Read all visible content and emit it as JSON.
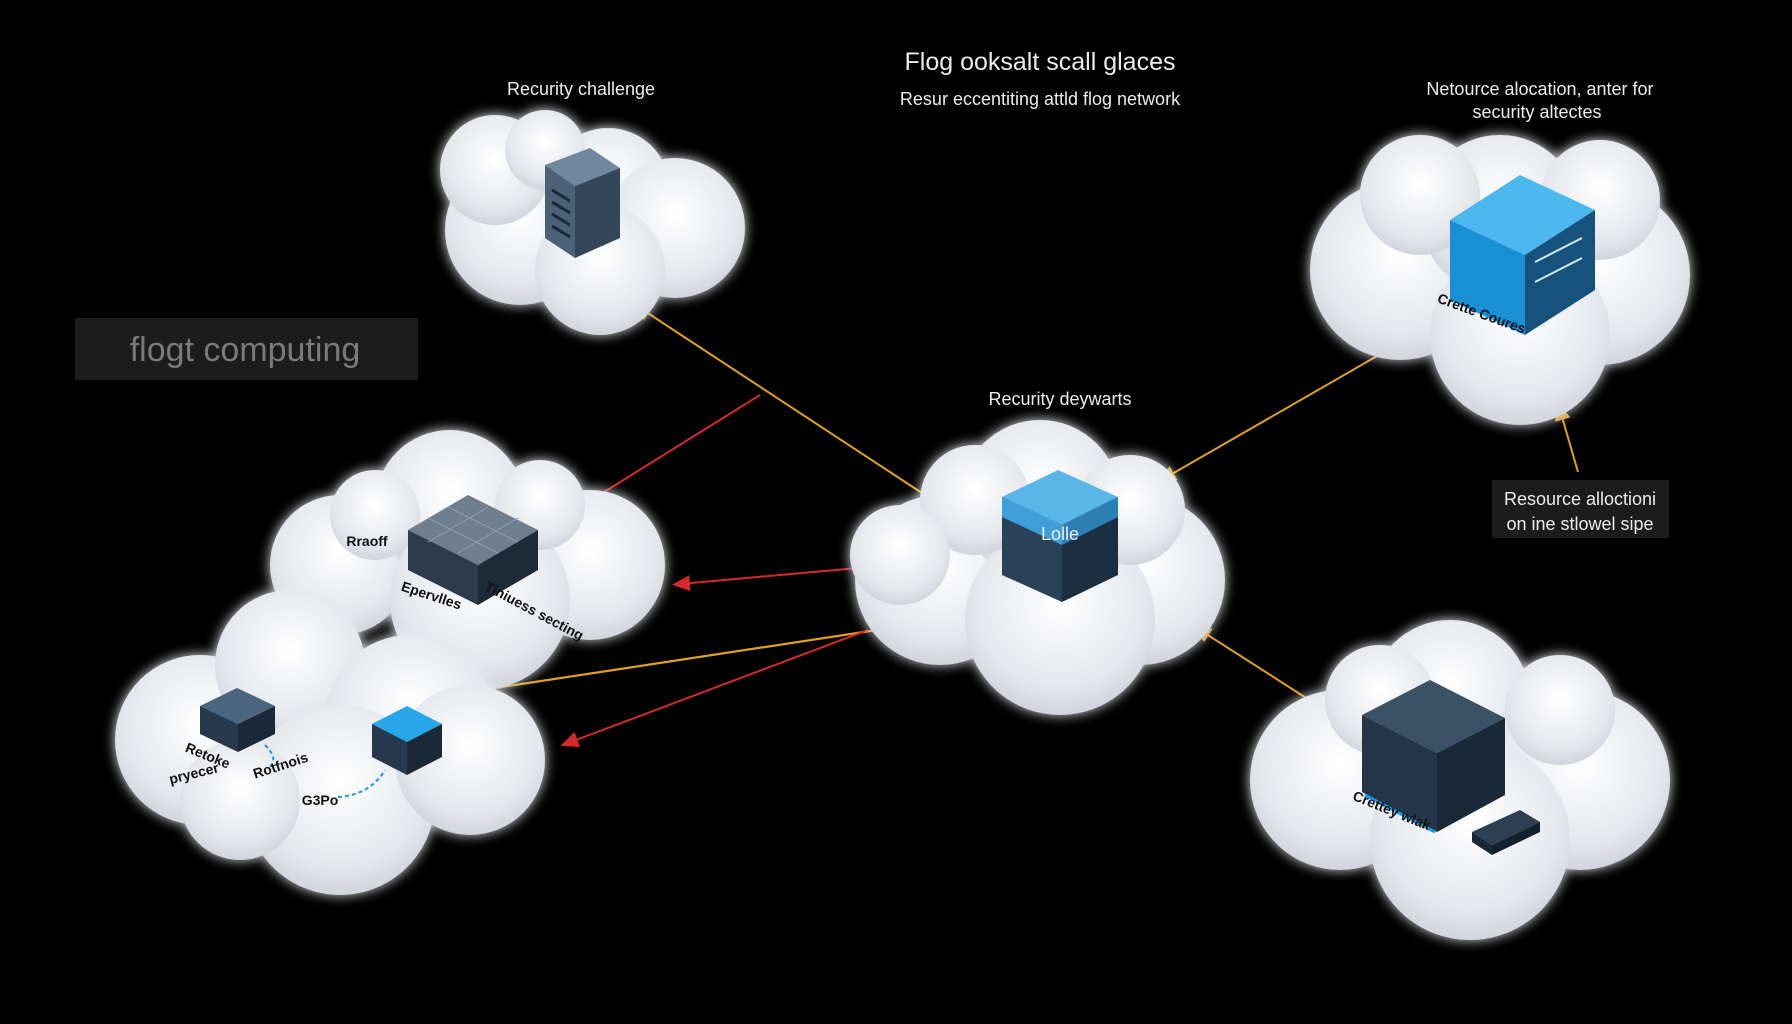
{
  "header": {
    "title": "Flog ooksalt scall glaces",
    "subtitle": "Resur eccentiting attld flog network"
  },
  "side_label": "flogt computing",
  "labels": {
    "security_challenge": "Recurity challenge",
    "resource_allocation_top_line1": "Netource alocation, anter for",
    "resource_allocation_top_line2": "security altectes",
    "security_center": "Recurity deywarts",
    "resource_box_line1": "Resource alloctioni",
    "resource_box_line2": "on ine stlowel sipe"
  },
  "node_labels": {
    "left_upper_a": "Rraoff",
    "left_upper_b": "Epervlles",
    "left_upper_c": "Tiniuess secting",
    "left_lower_a": "Retoke",
    "left_lower_b": "pryecer",
    "left_lower_c": "Rotfnois",
    "left_lower_d": "G3Po",
    "right_top": "Crette Coures",
    "right_bottom": "Crettey wlak",
    "center_cube": "Lolle"
  },
  "colors": {
    "background": "#000000",
    "cloud": "#e6e9ee",
    "arrow_orange": "#e0a020",
    "arrow_red": "#d42a2a",
    "cube_blue": "#1e9ae0",
    "cube_dark": "#2a3f55"
  }
}
